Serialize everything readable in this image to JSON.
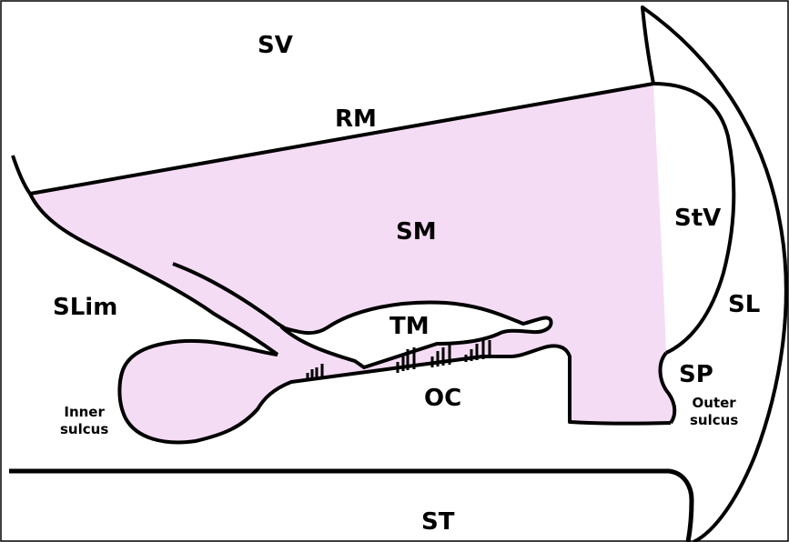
{
  "colors": {
    "fill": "#f5dcf5",
    "stroke": "#000000",
    "background": "#ffffff"
  },
  "labels": {
    "sv": "SV",
    "rm": "RM",
    "sm": "SM",
    "stv": "StV",
    "sl": "SL",
    "slim": "SLim",
    "tm": "TM",
    "sp": "SP",
    "oc": "OC",
    "inner_sulcus_line1": "Inner",
    "inner_sulcus_line2": "sulcus",
    "outer_sulcus_line1": "Outer",
    "outer_sulcus_line2": "sulcus",
    "st": "ST"
  }
}
